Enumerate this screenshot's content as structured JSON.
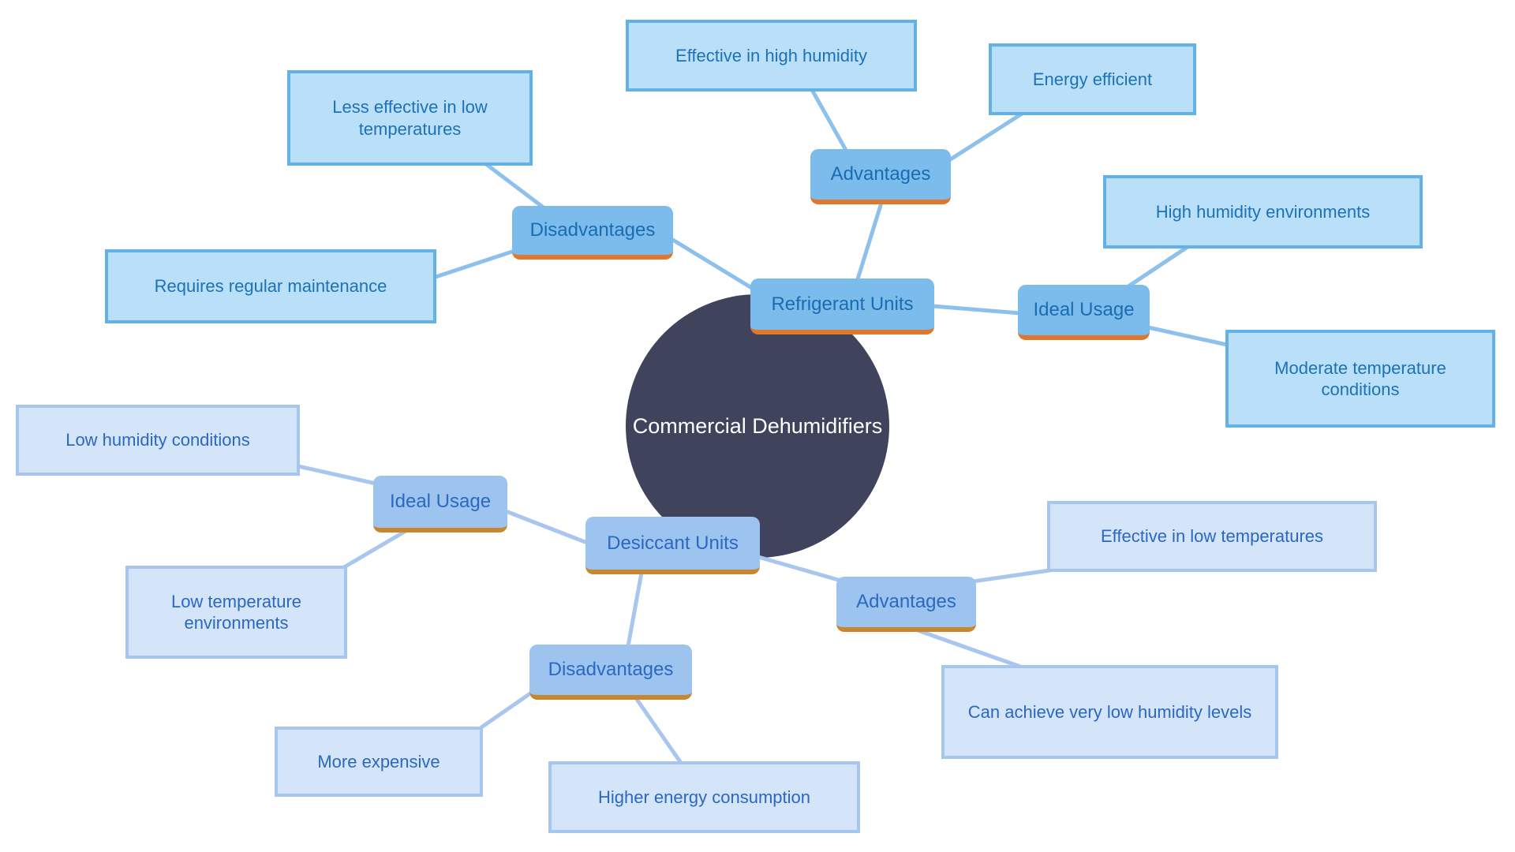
{
  "colors": {
    "center_fill": "#3f435c",
    "center_text": "#ffffff",
    "refrigerant_node_fill": "#7cbcec",
    "refrigerant_underline": "#e0772c",
    "refrigerant_leaf_fill": "#b9dff9",
    "refrigerant_leaf_border": "#62b1e7",
    "refrigerant_text": "#1d72b7",
    "refrigerant_edge": "#8dc1ec",
    "desiccant_node_fill": "#9dc4ef",
    "desiccant_underline": "#c8872e",
    "desiccant_leaf_fill": "#d4e4f9",
    "desiccant_leaf_border": "#a6c6ef",
    "desiccant_text": "#2a68c2",
    "desiccant_edge": "#a9c6ef"
  },
  "mindmap": {
    "center": {
      "label": "Commercial Dehumidifiers"
    },
    "refrigerant": {
      "label": "Refrigerant Units",
      "advantages": {
        "label": "Advantages",
        "items": [
          "Effective in high humidity",
          "Energy efficient"
        ]
      },
      "disadvantages": {
        "label": "Disadvantages",
        "items": [
          "Less effective in low temperatures",
          "Requires regular maintenance"
        ]
      },
      "ideal_usage": {
        "label": "Ideal Usage",
        "items": [
          "High humidity environments",
          "Moderate temperature conditions"
        ]
      }
    },
    "desiccant": {
      "label": "Desiccant Units",
      "ideal_usage": {
        "label": "Ideal Usage",
        "items": [
          "Low humidity conditions",
          "Low temperature environments"
        ]
      },
      "advantages": {
        "label": "Advantages",
        "items": [
          "Effective in low temperatures",
          "Can achieve very low humidity levels"
        ]
      },
      "disadvantages": {
        "label": "Disadvantages",
        "items": [
          "More expensive",
          "Higher energy consumption"
        ]
      }
    }
  }
}
